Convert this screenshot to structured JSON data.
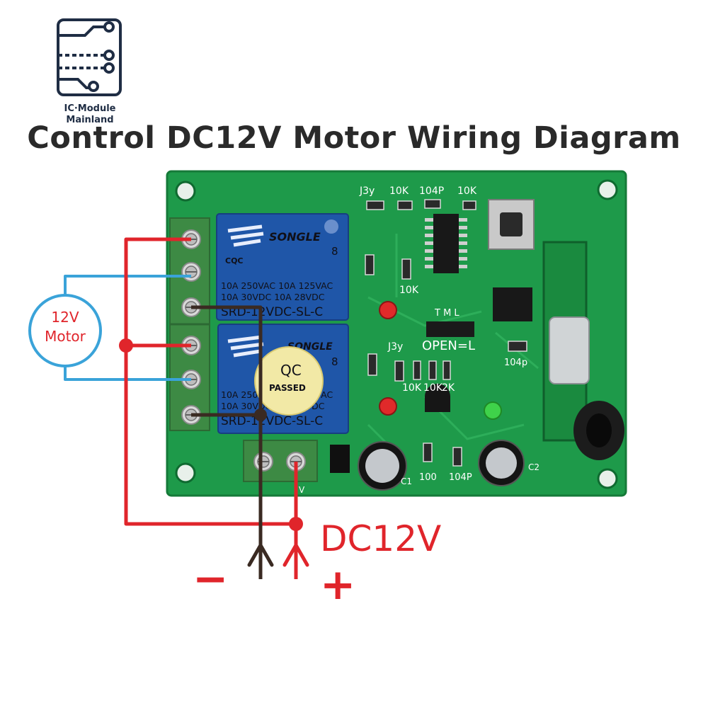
{
  "logo": {
    "line1": "IC·Module",
    "line2": "Mainland",
    "color": "#1f2d44"
  },
  "title": "Control DC12V Motor Wiring Diagram",
  "motor": {
    "line1": "12V",
    "line2": "Motor"
  },
  "supply": {
    "label": "DC12V",
    "minus": "−",
    "plus": "+"
  },
  "colors": {
    "positive_wire": "#e0252b",
    "negative_wire": "#3a2a22",
    "motor_wire": "#3aa3d9",
    "pcb": "#1e9a4a",
    "relay": "#1f56a8"
  },
  "relay1": {
    "brand": "SONGLE",
    "pins": "8",
    "spec_line1": "10A 250VAC  10A 125VAC",
    "spec_line2": "10A 30VDC   10A 28VDC",
    "model": "SRD-12VDC-SL-C"
  },
  "relay2": {
    "brand": "SONGLE",
    "pins": "8",
    "spec_line1": "10A 250VAC  10A 125VAC",
    "spec_line2": "10A 30VDC   10A 28VDC",
    "model": "SRD-12VDC-SL-C"
  },
  "qc_sticker": {
    "line1": "QC",
    "line2": "PASSED"
  },
  "silkscreen": {
    "j3y_top": "J3y",
    "r_10k_a": "10K",
    "c_104p_a": "104P",
    "r_10k_b": "10K",
    "r_10k_c": "10K",
    "jumper": "OPEN=L",
    "tml": "T M L",
    "c_104p_b": "104p",
    "j3y_bottom": "J3y",
    "r_10k_d": "10K",
    "r_10k_e": "10K",
    "r_2k": "2K",
    "r_100": "100",
    "c_104p_c": "104P",
    "c1": "C1",
    "c2": "C2",
    "v_mark": "V"
  }
}
